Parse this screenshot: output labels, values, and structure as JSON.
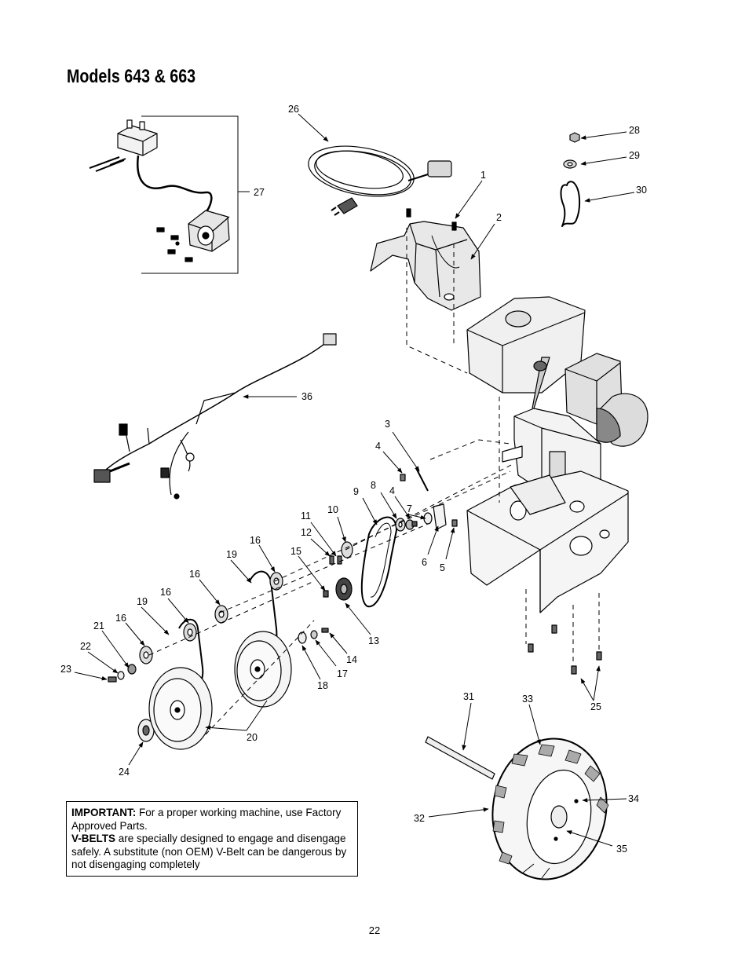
{
  "page": {
    "title": "Models 643 & 663",
    "page_number": "22"
  },
  "callouts": [
    "1",
    "2",
    "3",
    "4",
    "4",
    "5",
    "6",
    "7",
    "8",
    "9",
    "10",
    "11",
    "12",
    "13",
    "14",
    "15",
    "16",
    "16",
    "16",
    "16",
    "17",
    "18",
    "19",
    "19",
    "20",
    "21",
    "22",
    "23",
    "24",
    "25",
    "26",
    "27",
    "28",
    "29",
    "30",
    "31",
    "32",
    "33",
    "34",
    "35",
    "36"
  ],
  "notice": {
    "important_label": "IMPORTANT:",
    "important_text": "For a proper working machine, use Factory Approved Parts.",
    "vbelts_label": "V-BELTS",
    "vbelts_text": "are specially designed to engage and disengage safely. A substitute (non OEM) V-Belt can be dangerous by not disengaging completely"
  },
  "colors": {
    "ink": "#000000",
    "paper": "#ffffff",
    "fill_light": "#f2f2f2",
    "fill_mid": "#d9d9d9",
    "fill_dark": "#555555"
  }
}
